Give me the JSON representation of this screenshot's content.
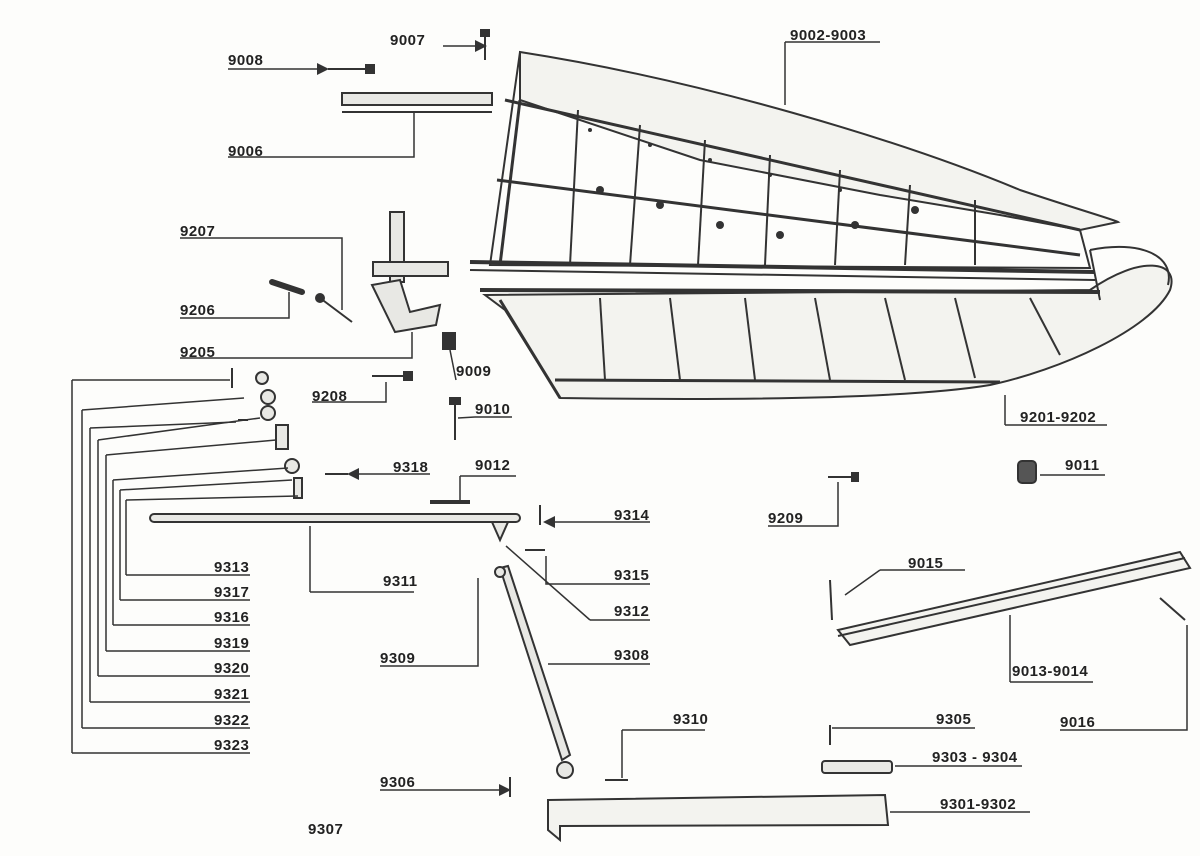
{
  "diagram": {
    "labels": {
      "p9002": "9002-9003",
      "p9007": "9007",
      "p9008": "9008",
      "p9006": "9006",
      "p9207": "9207",
      "p9206": "9206",
      "p9205": "9205",
      "p9009": "9009",
      "p9208": "9208",
      "p9010": "9010",
      "p9201": "9201-9202",
      "p9318": "9318",
      "p9012": "9012",
      "p9011": "9011",
      "p9314": "9314",
      "p9209": "9209",
      "p9313": "9313",
      "p9311": "9311",
      "p9315": "9315",
      "p9015": "9015",
      "p9317": "9317",
      "p9316": "9316",
      "p9312": "9312",
      "p9319": "9319",
      "p9309": "9309",
      "p9308": "9308",
      "p9013": "9013-9014",
      "p9320": "9320",
      "p9321": "9321",
      "p9322": "9322",
      "p9323": "9323",
      "p9310": "9310",
      "p9305": "9305",
      "p9016": "9016",
      "p9303": "9303 - 9304",
      "p9306": "9306",
      "p9301": "9301-9302",
      "p9307": "9307"
    }
  }
}
